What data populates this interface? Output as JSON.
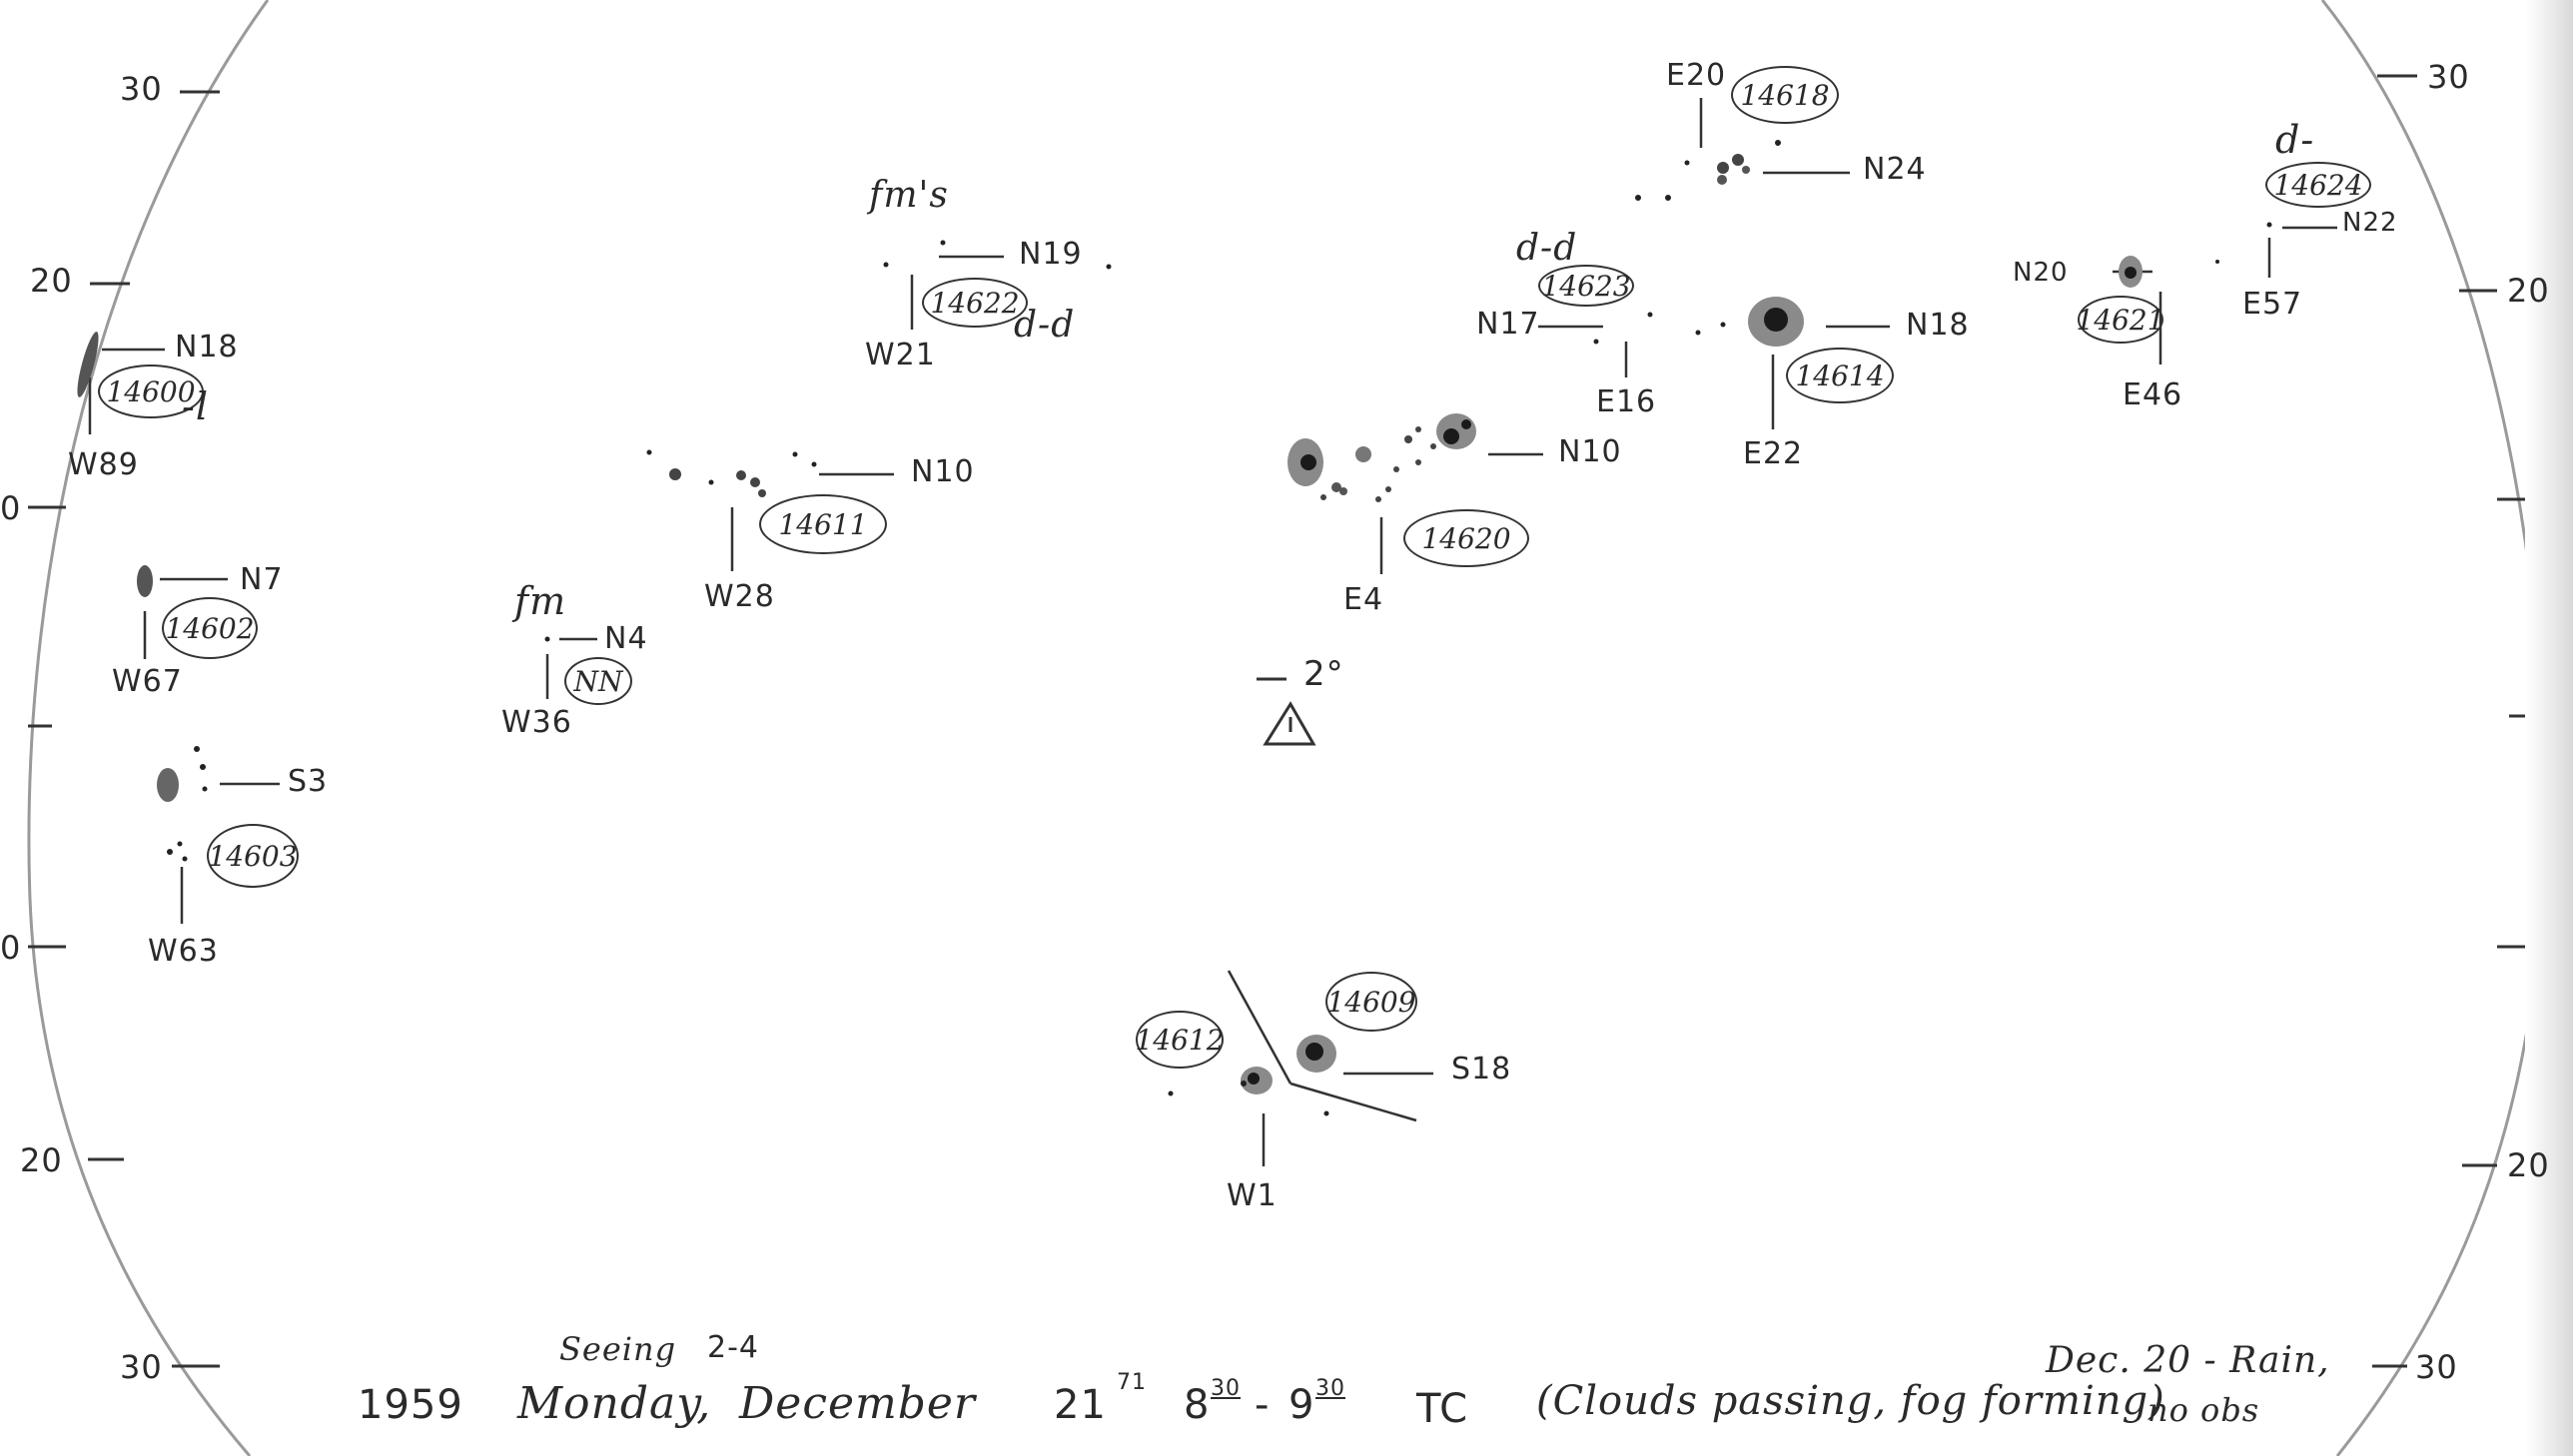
{
  "grid_labels": {
    "left": [
      "30",
      "20",
      "0",
      "0",
      "20",
      "30"
    ],
    "right": [
      "30",
      "20",
      "20",
      "30"
    ]
  },
  "regions": [
    {
      "id": "14600",
      "lat": "N18",
      "lon": "W89",
      "note": "-l"
    },
    {
      "id": "14602",
      "lat": "N7",
      "lon": "W67"
    },
    {
      "id": "14603",
      "lat": "S3",
      "lon": "W63"
    },
    {
      "id": "NN",
      "lat": "N4",
      "lon": "W36",
      "note": "fm"
    },
    {
      "id": "14611",
      "lat": "N10",
      "lon": "W28"
    },
    {
      "id": "14622",
      "lat": "N19",
      "lon": "W21",
      "note": "fm's",
      "note2": "d-d"
    },
    {
      "id": "14612",
      "lon": "W1"
    },
    {
      "id": "14609",
      "lat": "S18"
    },
    {
      "id": "14620",
      "lat": "N10",
      "lon": "E4"
    },
    {
      "id": "14623",
      "lat": "N17",
      "lon": "E16",
      "note": "d-d"
    },
    {
      "id": "14614",
      "lat": "N18",
      "lon": "E22"
    },
    {
      "id": "14618",
      "lat": "N24",
      "lon": "E20"
    },
    {
      "id": "14621",
      "lat": "N20",
      "lon": "E46"
    },
    {
      "id": "14624",
      "lat": "N22",
      "lon": "E57",
      "note": "d-"
    }
  ],
  "orientation": {
    "angle": "2°"
  },
  "footer": {
    "seeing_label": "Seeing",
    "seeing_value": "2-4",
    "year": "1959",
    "weekday": "Monday,",
    "month": "December",
    "day": "21",
    "day_sup": "71",
    "time_start": "8",
    "time_start_sup": "30",
    "time_sep": "-",
    "time_end": "9",
    "time_end_sup": "30",
    "observer": "TC",
    "conditions": "(Clouds passing, fog forming)",
    "prev_day_line1": "Dec. 20 - Rain,",
    "prev_day_line2": "no obs"
  },
  "colors": {
    "ink": "#2a2a2a",
    "spot": "#1a1a1a",
    "penumbra": "#8a8a8a",
    "limb": "#9a9a9a"
  }
}
